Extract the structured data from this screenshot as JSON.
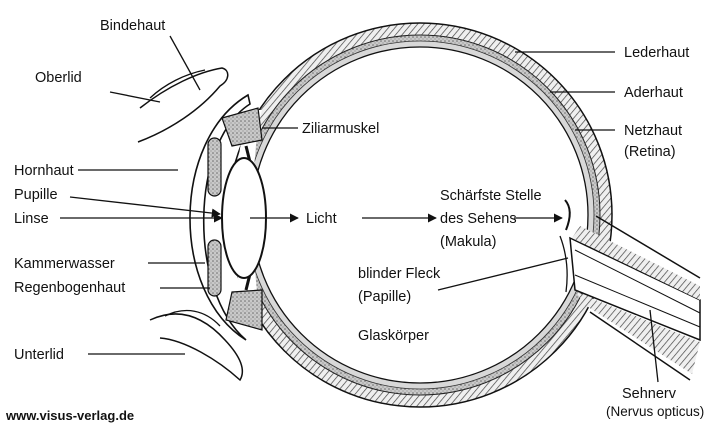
{
  "labels": {
    "bindehaut": "Bindehaut",
    "oberlid": "Oberlid",
    "hornhaut": "Hornhaut",
    "pupille": "Pupille",
    "linse": "Linse",
    "kammerwasser": "Kammerwasser",
    "regenbogenhaut": "Regenbogenhaut",
    "unterlid": "Unterlid",
    "ziliarmuskel": "Ziliarmuskel",
    "licht": "Licht",
    "makula_line1": "Schärfste Stelle",
    "makula_line2": "des Sehens",
    "makula_line3": "(Makula)",
    "blinder_fleck_line1": "blinder Fleck",
    "blinder_fleck_line2": "(Papille)",
    "glaskoerper": "Glaskörper",
    "lederhaut": "Lederhaut",
    "aderhaut": "Aderhaut",
    "netzhaut_line1": "Netzhaut",
    "netzhaut_line2": "(Retina)",
    "sehnerv_line1": "Sehnerv",
    "sehnerv_line2": "(Nervus opticus)"
  },
  "footer": {
    "website": "www.visus-verlag.de"
  }
}
